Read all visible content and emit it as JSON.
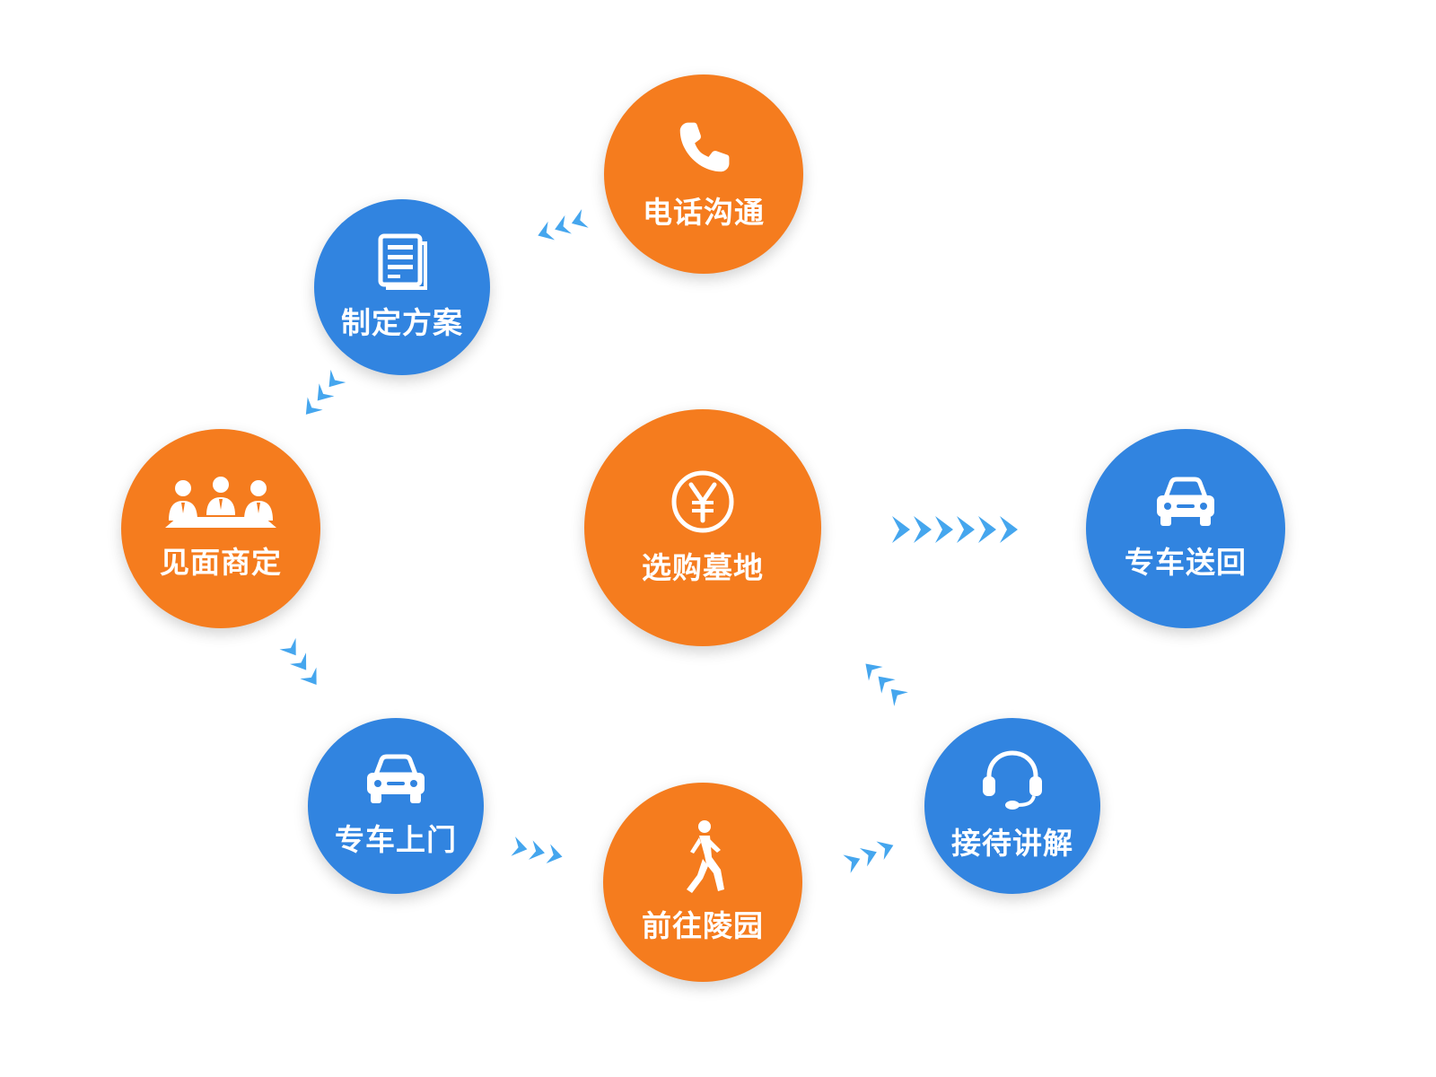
{
  "colors": {
    "orange": "#f57c1e",
    "blue": "#3184e0",
    "arrow": "#45a6ee"
  },
  "nodes": {
    "phone": {
      "label": "电话沟通",
      "icon": "phone-icon",
      "color": "orange"
    },
    "plan": {
      "label": "制定方案",
      "icon": "document-icon",
      "color": "blue"
    },
    "meet": {
      "label": "见面商定",
      "icon": "meeting-people-icon",
      "color": "orange"
    },
    "pickup": {
      "label": "专车上门",
      "icon": "car-icon",
      "color": "blue"
    },
    "visit": {
      "label": "前往陵园",
      "icon": "walking-person-icon",
      "color": "orange"
    },
    "reception": {
      "label": "接待讲解",
      "icon": "headset-icon",
      "color": "blue"
    },
    "purchase": {
      "label": "选购墓地",
      "icon": "yen-icon",
      "color": "orange"
    },
    "return": {
      "label": "专车送回",
      "icon": "car-icon",
      "color": "blue"
    }
  },
  "flow": [
    [
      "phone",
      "plan"
    ],
    [
      "plan",
      "meet"
    ],
    [
      "meet",
      "pickup"
    ],
    [
      "pickup",
      "visit"
    ],
    [
      "visit",
      "reception"
    ],
    [
      "reception",
      "purchase"
    ],
    [
      "purchase",
      "return"
    ]
  ]
}
